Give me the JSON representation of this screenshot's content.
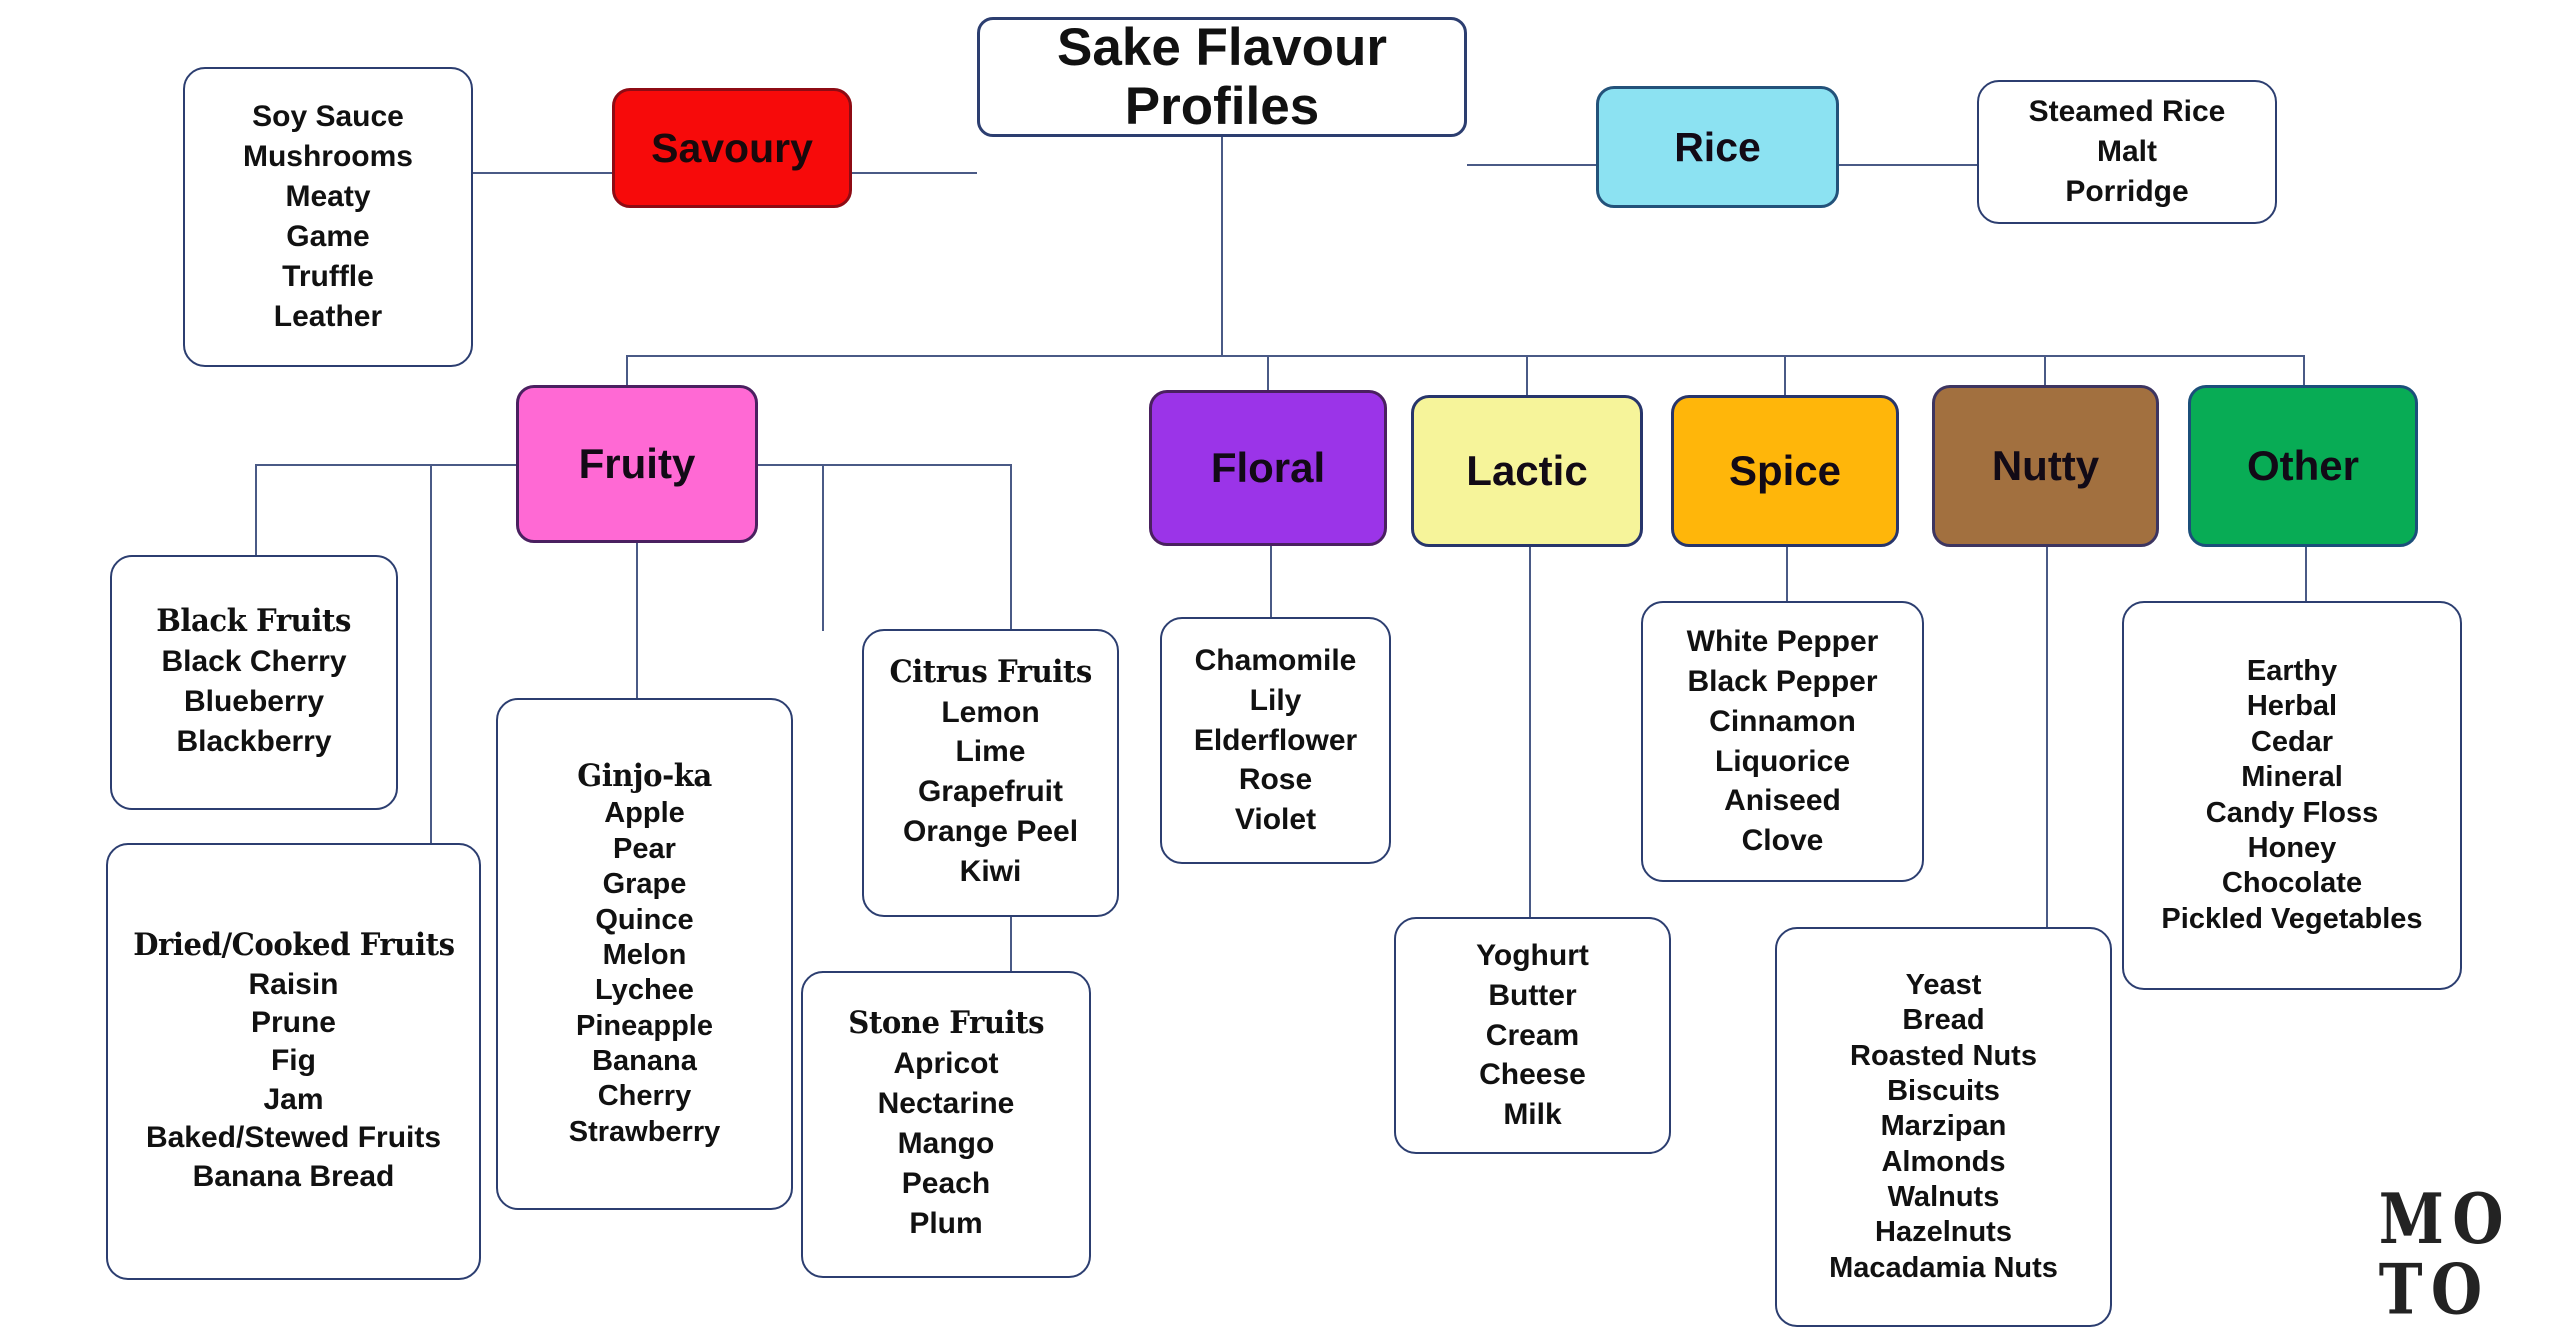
{
  "diagram": {
    "title": "Sake Flavour Profiles",
    "logo": {
      "line1": "MO",
      "line2": "TO"
    },
    "colors": {
      "savoury": "#f70a0a",
      "rice": "#8ce2f2",
      "fruity": "#ff69d4",
      "floral": "#9b34e8",
      "lactic": "#f6f49a",
      "spice": "#ffb60a",
      "nutty": "#a2703f",
      "other": "#08ac55",
      "connector": "#4a5a86",
      "leaf_border": "#2c3e70"
    },
    "categories": {
      "savoury": {
        "label": "Savoury"
      },
      "rice": {
        "label": "Rice"
      },
      "fruity": {
        "label": "Fruity"
      },
      "floral": {
        "label": "Floral"
      },
      "lactic": {
        "label": "Lactic"
      },
      "spice": {
        "label": "Spice"
      },
      "nutty": {
        "label": "Nutty"
      },
      "other": {
        "label": "Other"
      }
    },
    "leaves": {
      "savoury": {
        "header": "",
        "items": "Soy Sauce\nMushrooms\nMeaty\nGame\nTruffle\nLeather"
      },
      "rice": {
        "header": "",
        "items": "Steamed Rice\nMalt\nPorridge"
      },
      "black_fruits": {
        "header": "Black Fruits",
        "items": "Black Cherry\nBlueberry\nBlackberry"
      },
      "dried_cooked_fruits": {
        "header": "Dried/Cooked Fruits",
        "items": "Raisin\nPrune\nFig\nJam\nBaked/Stewed Fruits\nBanana Bread"
      },
      "ginjo_ka": {
        "header": "Ginjo-ka",
        "items": "Apple\nPear\nGrape\nQuince\nMelon\nLychee\nPineapple\nBanana\nCherry\nStrawberry"
      },
      "citrus_fruits": {
        "header": "Citrus Fruits",
        "items": "Lemon\nLime\nGrapefruit\nOrange Peel\nKiwi"
      },
      "stone_fruits": {
        "header": "Stone Fruits",
        "items": "Apricot\nNectarine\nMango\nPeach\nPlum"
      },
      "floral": {
        "header": "",
        "items": "Chamomile\nLily\nElderflower\nRose\nViolet"
      },
      "lactic": {
        "header": "",
        "items": "Yoghurt\nButter\nCream\nCheese\nMilk"
      },
      "spice": {
        "header": "",
        "items": "White Pepper\nBlack Pepper\nCinnamon\nLiquorice\nAniseed\nClove"
      },
      "nutty": {
        "header": "",
        "items": "Yeast\nBread\nRoasted Nuts\nBiscuits\nMarzipan\nAlmonds\nWalnuts\nHazelnuts\nMacadamia Nuts"
      },
      "other": {
        "header": "",
        "items": "Earthy\nHerbal\nCedar\nMineral\nCandy Floss\nHoney\nChocolate\nPickled Vegetables"
      }
    }
  }
}
